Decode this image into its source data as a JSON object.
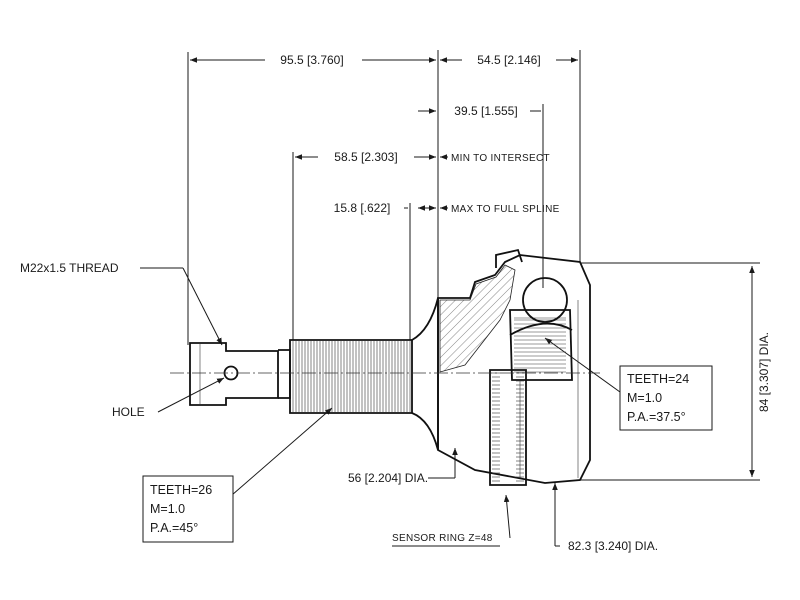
{
  "dimensions": {
    "overall_left": "95.5 [3.760]",
    "overall_right": "54.5 [2.146]",
    "to_ball_center": "39.5 [1.555]",
    "min_intersect_value": "58.5 [2.303]",
    "min_intersect_label": "MIN TO INTERSECT",
    "full_spline_value": "15.8 [.622]",
    "full_spline_label": "MAX TO FULL SPLINE",
    "thread": "M22x1.5 THREAD",
    "hole": "HOLE",
    "shaft_dia": "56 [2.204] DIA.",
    "outer_dia": "84 [3.307] DIA.",
    "ring_dia": "82.3 [3.240] DIA.",
    "sensor_ring": "SENSOR RING Z=48"
  },
  "spline_outer": {
    "teeth": "TEETH=24",
    "module": "M=1.0",
    "pressure_angle": "P.A.=37.5°"
  },
  "spline_stem": {
    "teeth": "TEETH=26",
    "module": "M=1.0",
    "pressure_angle": "P.A.=45°"
  }
}
